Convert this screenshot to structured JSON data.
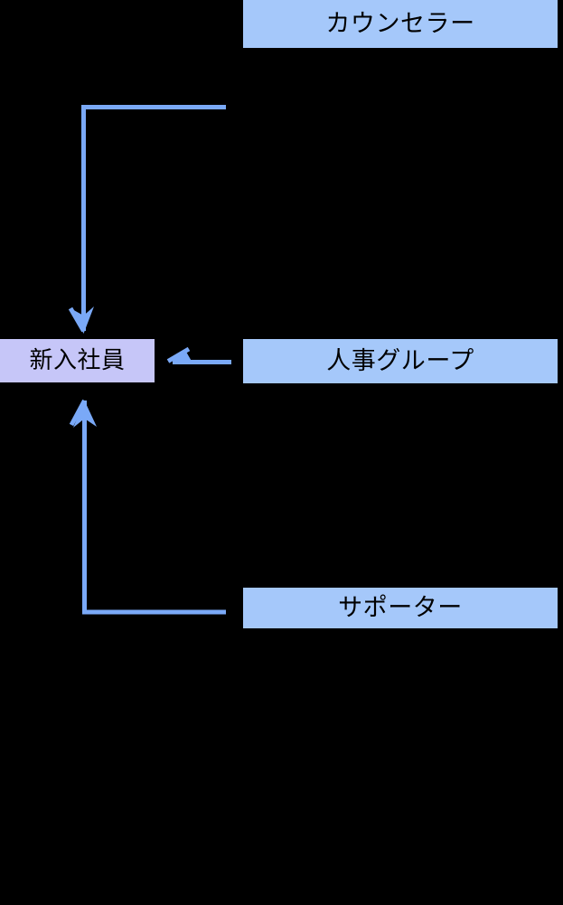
{
  "diagram": {
    "background_color": "#000000",
    "node_blue_color": "#a5c8fa",
    "node_lavender_color": "#c6c6f8",
    "connector_color": "#7aa9f7",
    "text_color": "#000000",
    "nodes": [
      {
        "id": "counselor",
        "label": "カウンセラー",
        "fill": "#a5c8fa"
      },
      {
        "id": "hr_group",
        "label": "人事グループ",
        "fill": "#a5c8fa"
      },
      {
        "id": "supporter",
        "label": "サポーター",
        "fill": "#a5c8fa"
      },
      {
        "id": "new_employee",
        "label": "新入社員",
        "fill": "#c6c6f8"
      }
    ],
    "edges": [
      {
        "id": "counselor-to-new-employee",
        "from": "counselor",
        "to": "new_employee",
        "style": "elbow",
        "arrow": "down"
      },
      {
        "id": "hr-group-to-new-employee",
        "from": "hr_group",
        "to": "new_employee",
        "style": "straight",
        "arrow": "left"
      },
      {
        "id": "supporter-to-new-employee",
        "from": "supporter",
        "to": "new_employee",
        "style": "elbow",
        "arrow": "up"
      }
    ]
  }
}
